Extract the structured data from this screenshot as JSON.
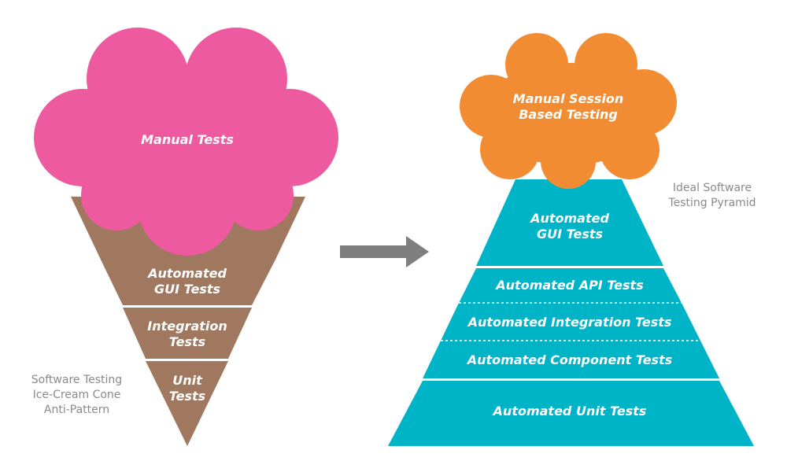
{
  "colors": {
    "scoop_pink": "#ee5a9f",
    "cone_brown": "#a07860",
    "cloud_orange": "#f28c33",
    "pyramid_teal": "#00b4c8",
    "arrow_gray": "#7f7f7f",
    "caption_gray": "#8a8a8a",
    "divider_white": "#ffffff"
  },
  "cone": {
    "scoop_label": "Manual Tests",
    "layers": [
      {
        "line1": "Automated",
        "line2": "GUI Tests"
      },
      {
        "line1": "Integration",
        "line2": "Tests"
      },
      {
        "line1": "Unit",
        "line2": "Tests"
      }
    ],
    "caption": {
      "line1": "Software Testing",
      "line2": "Ice-Cream Cone",
      "line3": "Anti-Pattern"
    }
  },
  "arrow": {
    "icon": "right-arrow-icon"
  },
  "pyramid": {
    "cloud_label": {
      "line1": "Manual Session",
      "line2": "Based Testing"
    },
    "top_label": {
      "line1": "Automated",
      "line2": "GUI Tests"
    },
    "layers": [
      "Automated API Tests",
      "Automated Integration Tests",
      "Automated Component Tests",
      "Automated Unit Tests"
    ],
    "caption": {
      "line1": "Ideal Software",
      "line2": "Testing Pyramid"
    }
  }
}
